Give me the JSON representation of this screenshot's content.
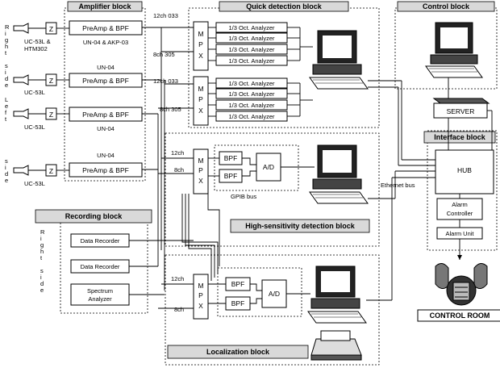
{
  "blocks": {
    "amplifier": "Amplifier block",
    "quick": "Quick detection block",
    "control": "Control block",
    "interface": "Interface block",
    "recording": "Recording block",
    "high_sens": "High-sensitivity detection block",
    "localization": "Localization block"
  },
  "side_labels": {
    "right_top": [
      "R",
      "i",
      "g",
      "h",
      "t",
      " ",
      "s",
      "i",
      "d",
      "e"
    ],
    "left": [
      "L",
      "e",
      "f",
      "t",
      " ",
      "s",
      "i",
      "d",
      "e"
    ],
    "right_rec": [
      "R",
      "i",
      "g",
      "h",
      "t",
      " ",
      "s",
      "i",
      "d",
      "e"
    ]
  },
  "sensors": [
    {
      "label": "UC-53L &",
      "label2": "HTM302",
      "z": "Z"
    },
    {
      "label": "UC-53L",
      "z": "Z"
    },
    {
      "label": "UC-53L",
      "z": "Z"
    },
    {
      "label": "UC-53L",
      "z": "Z"
    }
  ],
  "preamps": [
    {
      "label": "PreAmp & BPF",
      "note_below": "UN-04 & AKP-03"
    },
    {
      "label": "PreAmp & BPF",
      "note_above": "UN-04"
    },
    {
      "label": "PreAmp & BPF",
      "note_below": "UN-04"
    },
    {
      "label": "PreAmp & BPF",
      "note_above": "UN-04"
    }
  ],
  "channels": {
    "c12_033": "12ch 033",
    "c8_305": "8ch 305",
    "c12": "12ch",
    "c8": "8ch"
  },
  "mpx": "MPX",
  "analyzer": "1/3 Oct. Analyzer",
  "bpf": "BPF",
  "ad": "A/D",
  "gpib": "GPIB bus",
  "ethernet": "Ethernet bus",
  "server": "SERVER",
  "hub": "HUB",
  "alarm_controller": [
    "Alarm",
    "Controller"
  ],
  "alarm_unit": "Alarm Unit",
  "control_room": "CONTROL ROOM",
  "recorders": [
    "Data Recorder",
    "Data Recorder"
  ],
  "spectrum": [
    "Spectrum",
    "Analyzer"
  ]
}
